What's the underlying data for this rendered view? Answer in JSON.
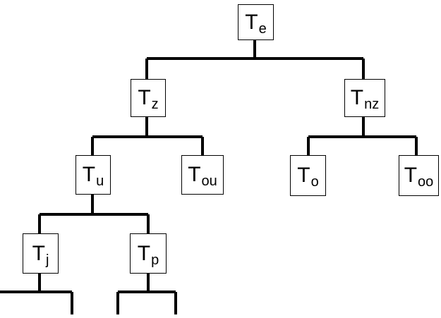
{
  "tree": {
    "root": {
      "letter": "T",
      "sub": "e"
    },
    "z": {
      "letter": "T",
      "sub": "z"
    },
    "nz": {
      "letter": "T",
      "sub": "nz"
    },
    "u": {
      "letter": "T",
      "sub": "u"
    },
    "ou": {
      "letter": "T",
      "sub": "ou"
    },
    "o": {
      "letter": "T",
      "sub": "o"
    },
    "oo": {
      "letter": "T",
      "sub": "oo"
    },
    "j": {
      "letter": "T",
      "sub": "j"
    },
    "p": {
      "letter": "T",
      "sub": "p"
    }
  }
}
